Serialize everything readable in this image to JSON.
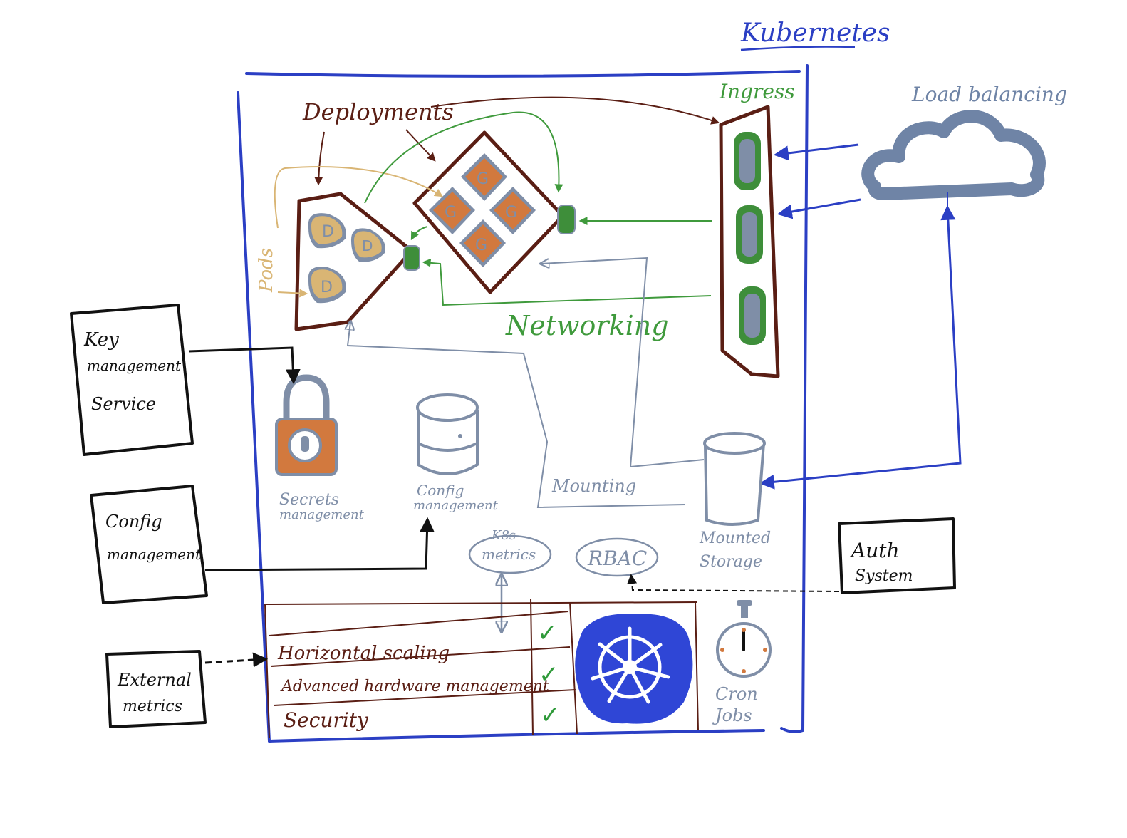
{
  "cluster": {
    "title": "Kubernetes"
  },
  "load_balancer": {
    "label": "Load balancing"
  },
  "deployments": {
    "label": "Deployments",
    "pod_glyph": "G",
    "pod_glyph_small": "D"
  },
  "pods": {
    "label": "Pods"
  },
  "ingress": {
    "label": "Ingress"
  },
  "networking": {
    "label": "Networking"
  },
  "mounting": {
    "label": "Mounting"
  },
  "secrets": {
    "label_line1": "Secrets",
    "label_line2": "management"
  },
  "config_store": {
    "label_line1": "Config",
    "label_line2": "management"
  },
  "mounted_storage": {
    "label_line1": "Mounted",
    "label_line2": "Storage"
  },
  "k8s_metrics": {
    "label_line1": "K8s",
    "label_line2": "metrics"
  },
  "rbac": {
    "label": "RBAC"
  },
  "cron": {
    "label_line1": "Cron",
    "label_line2": "Jobs"
  },
  "features": [
    {
      "label": "Horizontal scaling",
      "check": "✓"
    },
    {
      "label": "Advanced hardware management",
      "check": "✓"
    },
    {
      "label": "Security",
      "check": "✓"
    }
  ],
  "external": {
    "kms": {
      "line1": "Key",
      "line2": "management",
      "line3": "Service"
    },
    "config": {
      "line1": "Config",
      "line2": "management"
    },
    "metrics": {
      "line1": "External",
      "line2": "metrics"
    },
    "auth": {
      "line1": "Auth",
      "line2": "System"
    }
  },
  "colors": {
    "cluster_blue": "#2b3fc4",
    "brown": "#5a1e14",
    "pod_tan": "#d9b574",
    "pod_orange": "#d2793e",
    "network_green": "#3f9a3c",
    "ingress_green": "#3e8e3a",
    "steel": "#7f8ea7",
    "cloud": "#6f84a6",
    "check_green": "#2f9a3a",
    "helm_blue": "#2f46d6"
  }
}
